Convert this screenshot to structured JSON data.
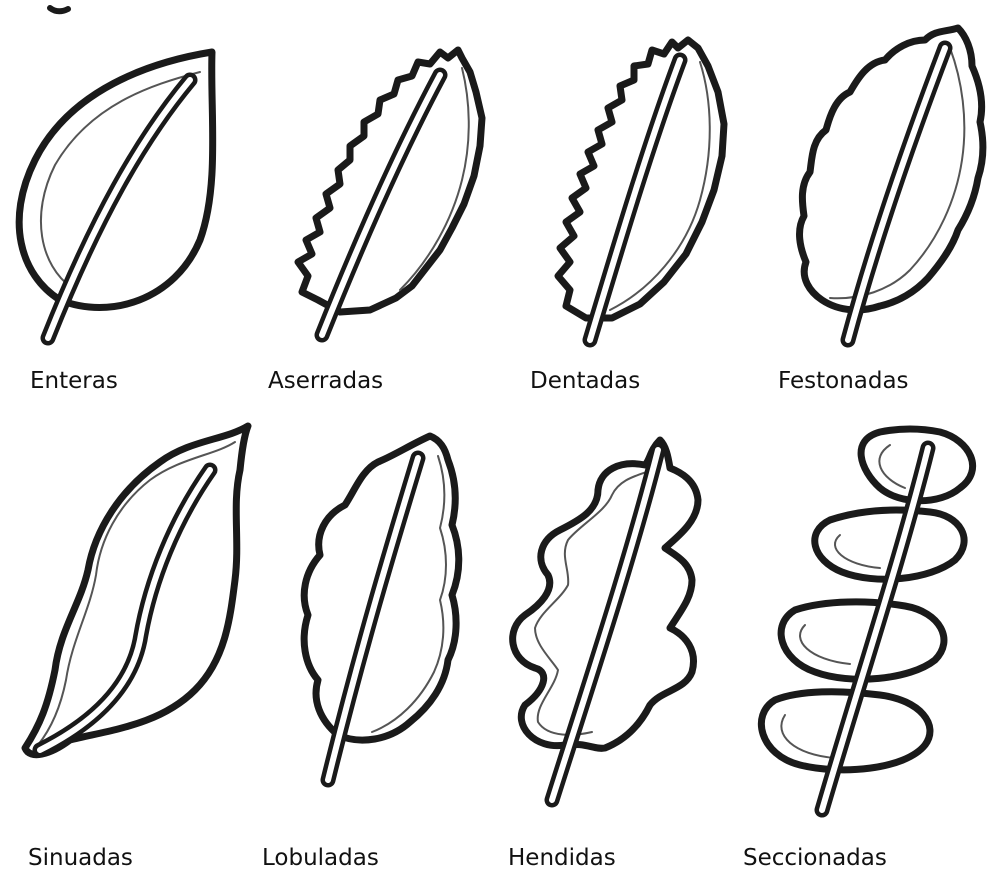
{
  "leaf_types": [
    {
      "id": "enteras",
      "label": "Enteras"
    },
    {
      "id": "aserradas",
      "label": "Aserradas"
    },
    {
      "id": "dentadas",
      "label": "Dentadas"
    },
    {
      "id": "festonadas",
      "label": "Festonadas"
    },
    {
      "id": "sinuadas",
      "label": "Sinuadas"
    },
    {
      "id": "lobuladas",
      "label": "Lobuladas"
    },
    {
      "id": "hendidas",
      "label": "Hendidas"
    },
    {
      "id": "seccionadas",
      "label": "Seccionadas"
    }
  ],
  "colors": {
    "ink": "#1a1a1a",
    "background": "#ffffff"
  }
}
